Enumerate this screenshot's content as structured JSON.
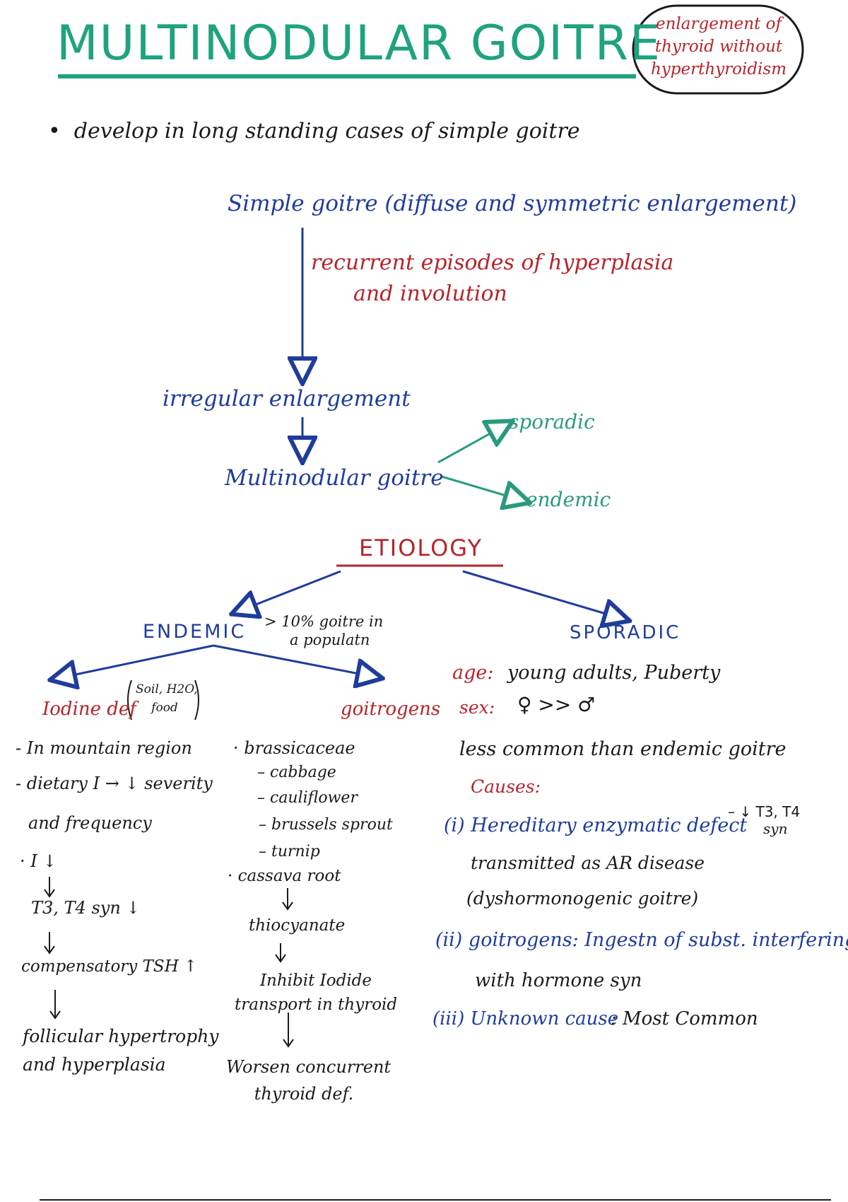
{
  "title": "MULTINODULAR GOITRE",
  "definition": [
    "enlargement of",
    "thyroid without",
    "hyperthyroidism"
  ],
  "intro_bullet": "develop in long standing cases of simple goitre",
  "flow": {
    "simple": "Simple goitre (diffuse and symmetric enlargement)",
    "recurrent": [
      "recurrent episodes of hyperplasia",
      "and involution"
    ],
    "irregular": "irregular enlargement",
    "mng": "Multinodular goitre",
    "sporadic": "sporadic",
    "endemic": "endemic"
  },
  "etiology": {
    "heading": "ETIOLOGY",
    "endemic_label": "ENDEMIC",
    "endemic_note": [
      "> 10% goitre in",
      "a populatn"
    ],
    "sporadic_label": "SPORADIC",
    "iodine_label": "Iodine def",
    "iodine_sources": [
      "Soil, H2O,",
      "food"
    ],
    "goitrogens_label": "goitrogens"
  },
  "iodine_col": {
    "mountain": "In mountain region",
    "dietary": "dietary I → ↓ severity",
    "frequency": "and frequency",
    "i_down": "I ↓",
    "t3t4": "T3, T4 syn ↓",
    "tsh": "compensatory TSH ↑",
    "follicular": "follicular hypertrophy",
    "hyperplasia": "and hyperplasia"
  },
  "goitrogen_col": {
    "brassicaceae": "brassicaceae",
    "items": [
      "– cabbage",
      "– cauliflower",
      "– brussels sprout",
      "– turnip"
    ],
    "cassava": "cassava root",
    "thiocyanate": "thiocyanate",
    "inhibit": [
      "Inhibit Iodide",
      "transport in thyroid"
    ],
    "worsen": [
      "Worsen concurrent",
      "thyroid def."
    ]
  },
  "sporadic_col": {
    "age_label": "age:",
    "age_value": "young adults, Puberty",
    "sex_label": "sex:",
    "sex_value": "♀ >> ♂",
    "less_common": "less common than endemic goitre",
    "causes_label": "Causes:",
    "cause1": "(i) Hereditary enzymatic defect",
    "cause1_effect": "– ↓ T3, T4",
    "cause1_effect2": "syn",
    "cause1_line2": "transmitted as AR disease",
    "cause1_line3": "(dyshormonogenic goitre)",
    "cause2": "(ii) goitrogens: Ingestn of subst. interfering",
    "cause2_line2": "with hormone syn",
    "cause3": "(iii) Unknown cause",
    "cause3_value": ": Most Common"
  },
  "colors": {
    "green": "#1fa37e",
    "blue": "#1f3c9c",
    "red": "#b5242b",
    "black": "#1a1a1a"
  }
}
